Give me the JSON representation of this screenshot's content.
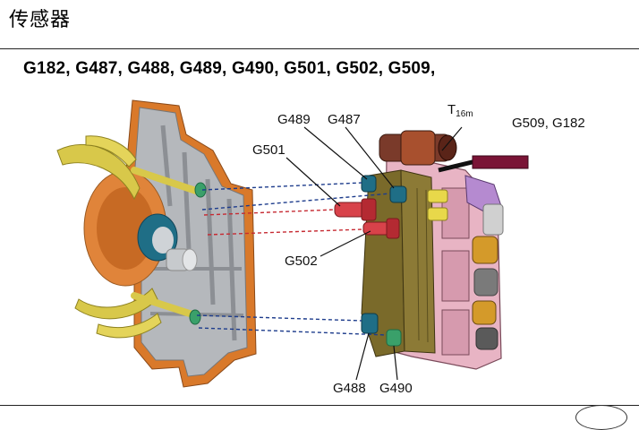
{
  "header": {
    "title": "传感器"
  },
  "sensor_list": "G182, G487, G488, G489, G490, G501, G502, G509,",
  "labels": {
    "g489": "G489",
    "g487": "G487",
    "t16m_main": "T",
    "t16m_sub": "16m",
    "g509_g182": "G509, G182",
    "g501": "G501",
    "g502": "G502",
    "g488": "G488",
    "g490": "G490"
  },
  "colors": {
    "housing_orange": "#d9792a",
    "housing_grey": "#b5b8bc",
    "fork_yellow": "#d8c84a",
    "board_pink": "#e8b4c4",
    "board_olive": "#7a6a2a",
    "sensor_red": "#d8424a",
    "sensor_teal": "#1f6e86",
    "connector_maroon": "#7a1436",
    "dash_blue": "#1d3c8c",
    "dash_red": "#c62a32"
  }
}
